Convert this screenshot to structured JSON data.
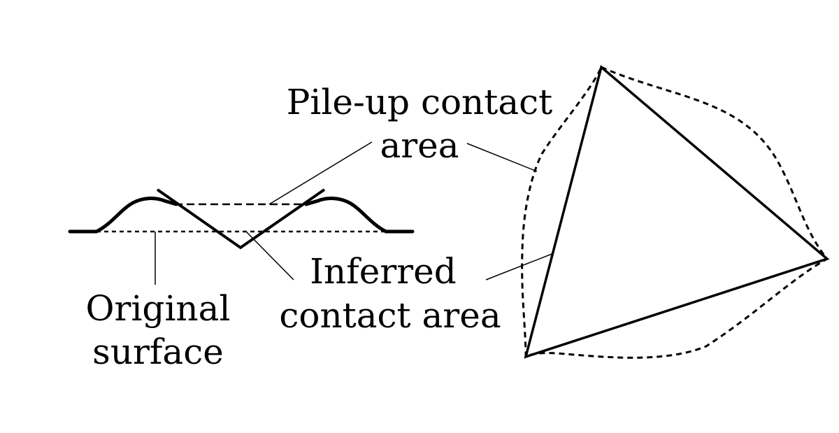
{
  "labels": {
    "pileup_line1": "Pile-up contact",
    "pileup_line2": "area",
    "inferred_line1": "Inferred",
    "inferred_line2": "contact area",
    "original_line1": "Original",
    "original_line2": "surface"
  },
  "colors": {
    "ink": "#000000",
    "background": "#ffffff"
  }
}
